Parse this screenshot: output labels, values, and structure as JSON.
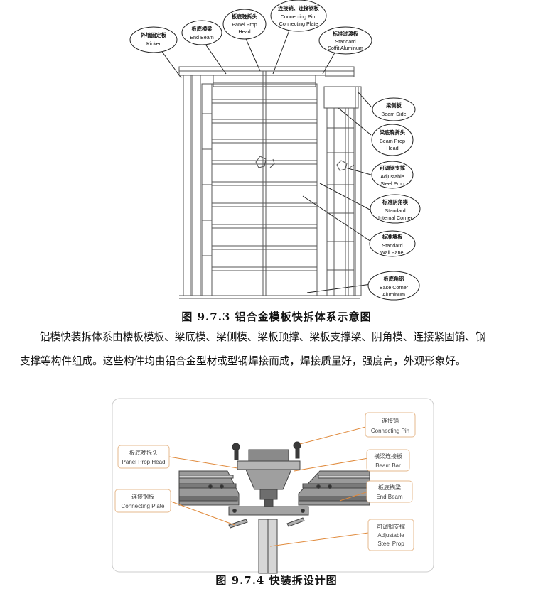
{
  "figure1": {
    "caption": "图 9.7.3 铝合金模板快拆体系示意图",
    "callouts": [
      {
        "cn": "外墙固定板",
        "en": [
          "Kicker"
        ]
      },
      {
        "cn": "板底横梁",
        "en": [
          "End Beam"
        ]
      },
      {
        "cn": "板底晚拆头",
        "en": [
          "Panel Prop",
          "Head"
        ]
      },
      {
        "cn": "连接销、连接钢板",
        "en": [
          "Connecting Pin,",
          "Connecting Plate"
        ]
      },
      {
        "cn": "标准过渡板",
        "en": [
          "Standard",
          "Soffit Aluminum"
        ]
      },
      {
        "cn": "梁侧板",
        "en": [
          "Beam Side"
        ]
      },
      {
        "cn": "梁底晚拆头",
        "en": [
          "Beam Prop",
          "Head"
        ]
      },
      {
        "cn": "可调钢支撑",
        "en": [
          "Adjustable",
          "Steel Prop"
        ]
      },
      {
        "cn": "标准阴角模",
        "en": [
          "Standard",
          "Internal Corner"
        ]
      },
      {
        "cn": "标准墙板",
        "en": [
          "Standard",
          "Wall Panel"
        ]
      },
      {
        "cn": "板底角铝",
        "en": [
          "Base Corner",
          "Aluminum"
        ]
      }
    ]
  },
  "paragraph": {
    "line1": "铝模快装拆体系由楼板模板、梁底模、梁侧模、梁板顶撑、梁板支撑梁、阴角模、连接紧固销、钢",
    "line2": "支撑等构件组成。这些构件均由铝合金型材或型钢焊接而成，焊接质量好，强度高，外观形象好。"
  },
  "figure2": {
    "caption": "图 9.7.4 快装拆设计图",
    "callouts": [
      {
        "cn": "连接销",
        "en": "Connecting Pin"
      },
      {
        "cn": "板底晚拆头",
        "en": "Panel Prop Head"
      },
      {
        "cn": "横梁连接板",
        "en": "Beam Bar"
      },
      {
        "cn": "板底横梁",
        "en": "End Beam"
      },
      {
        "cn": "连接钢板",
        "en": "Connecting Plate"
      },
      {
        "cn": "可调钢支撑",
        "en": [
          "Adjustable",
          "Steel Prop"
        ]
      }
    ]
  },
  "colors": {
    "drawing_line": "#555555",
    "callout_stroke": "#222222",
    "leader_orange": "#e08a3c",
    "caption_text": "#111111"
  }
}
